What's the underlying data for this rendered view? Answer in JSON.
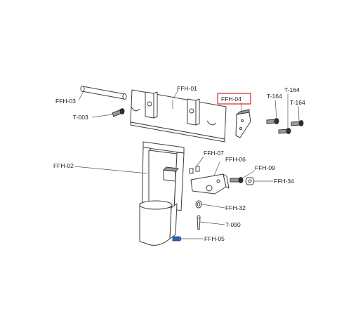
{
  "highlight_color": "#d9252b",
  "callouts": {
    "ffh_01": "FFH-01",
    "ffh_02": "FFH-02",
    "ffh_03": "FFH-03",
    "ffh_04": "FFH-04",
    "ffh_05": "FFH-05",
    "ffh_06": "FFH-06",
    "ffh_07": "FFH-07",
    "ffh_09": "FFH-09",
    "ffh_32": "FFH-32",
    "ffh_34": "FFH-34",
    "t_003": "T-003",
    "t_090": "T-090",
    "t_164_a": "T-164",
    "t_164_b": "T-164",
    "t_164_c": "T-164"
  },
  "highlighted_part": "FFH-04"
}
